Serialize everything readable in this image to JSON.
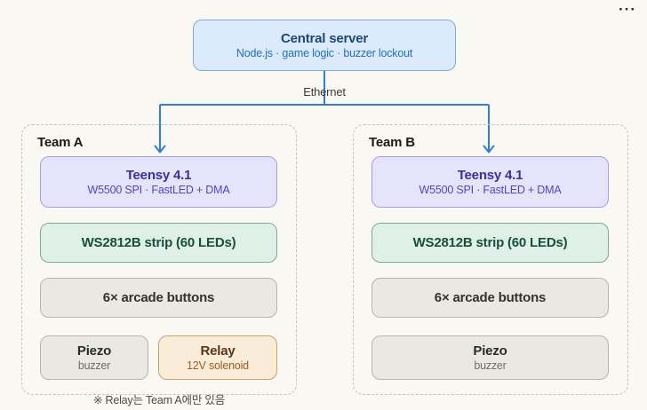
{
  "window": {
    "menu_icon": "···"
  },
  "server": {
    "title": "Central server",
    "subtitle": "Node.js · game logic · buzzer lockout"
  },
  "connection": {
    "label": "Ethernet"
  },
  "team_a": {
    "name": "Team A",
    "controller": {
      "title": "Teensy 4.1",
      "subtitle": "W5500 SPI · FastLED + DMA"
    },
    "led_strip": {
      "label": "WS2812B strip (60 LEDs)"
    },
    "buttons": {
      "label": "6× arcade buttons"
    },
    "piezo": {
      "title": "Piezo",
      "subtitle": "buzzer"
    },
    "relay": {
      "title": "Relay",
      "subtitle": "12V solenoid"
    }
  },
  "team_b": {
    "name": "Team B",
    "controller": {
      "title": "Teensy 4.1",
      "subtitle": "W5500 SPI · FastLED + DMA"
    },
    "led_strip": {
      "label": "WS2812B strip (60 LEDs)"
    },
    "buttons": {
      "label": "6× arcade buttons"
    },
    "piezo": {
      "title": "Piezo",
      "subtitle": "buzzer"
    }
  },
  "footnote": "※ Relay는 Team A에만 있음",
  "colors": {
    "background": "#faf8f3",
    "connector_blue": "#2f7fd8",
    "server_fill": "#dcebfc",
    "server_border": "#79abdd",
    "controller_fill": "#e6e4fb",
    "controller_border": "#a49dea",
    "led_fill": "#def0e8",
    "led_border": "#7aac93",
    "neutral_fill": "#eae8e1",
    "neutral_border": "#b8b5ab",
    "relay_fill": "#f9ecd9",
    "relay_border": "#cba165"
  }
}
